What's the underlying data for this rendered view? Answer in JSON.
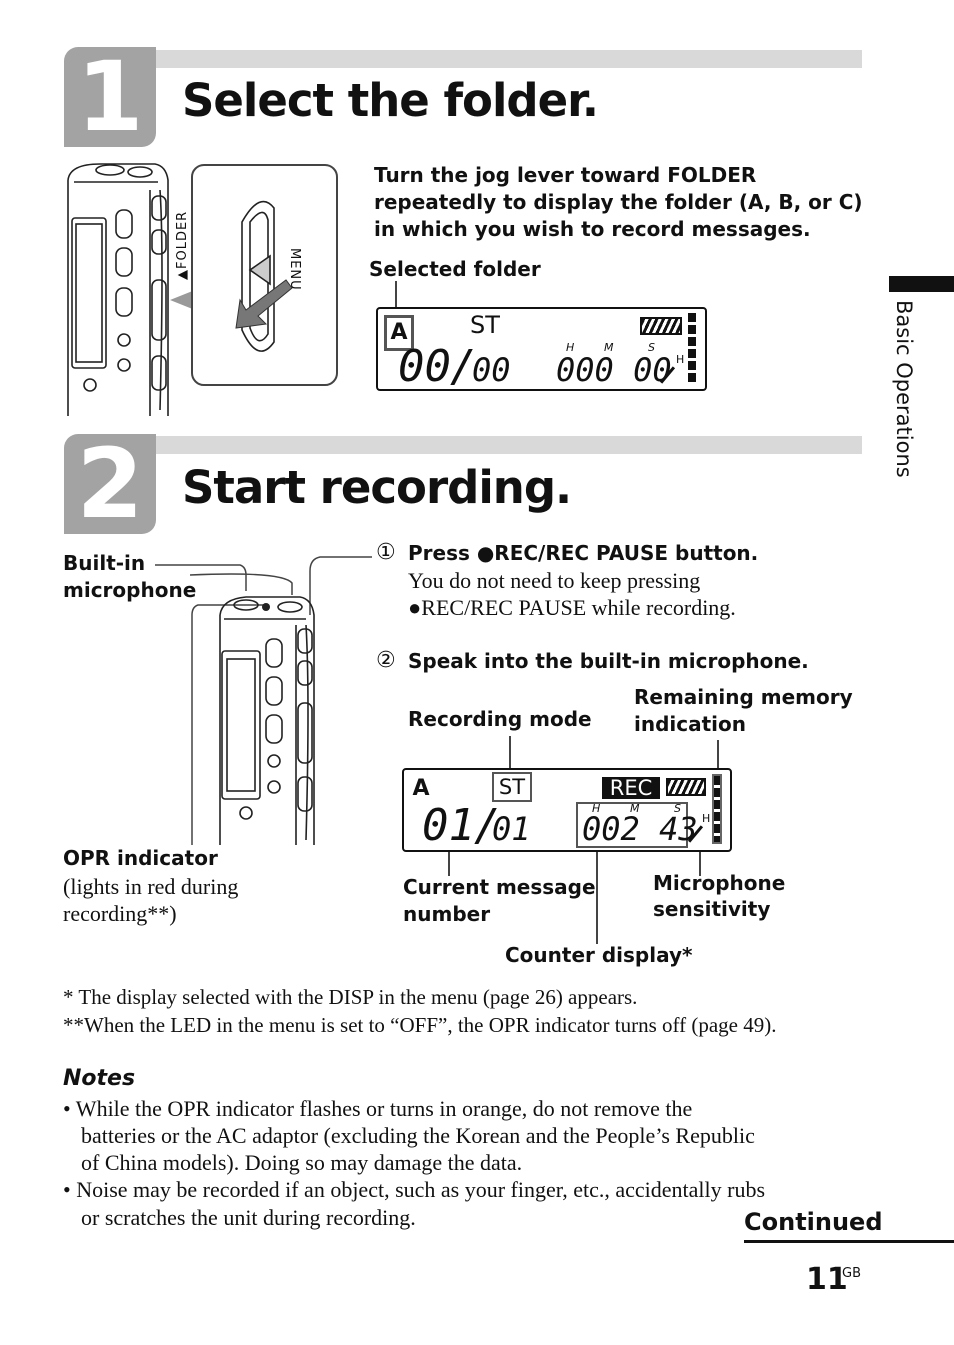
{
  "step1": {
    "number": "1",
    "title": "Select the folder.",
    "instruction": "Turn the jog lever toward FOLDER repeatedly to display the folder (A, B, or C) in which you wish to record messages.",
    "callout_selected_folder": "Selected folder",
    "lever_label_folder": "▲FOLDER",
    "lever_label_menu": "MENU",
    "lcd": {
      "folder": "A",
      "mode": "ST",
      "message": "00",
      "total": "00",
      "counter": "000 00",
      "h": "H",
      "m": "M",
      "s": "S",
      "sens": "H"
    }
  },
  "step2": {
    "number": "2",
    "title": "Start recording.",
    "callout_builtin_mic_1": "Built-in",
    "callout_builtin_mic_2": "microphone",
    "sub1_marker": "①",
    "sub1_title": "Press ●REC/REC PAUSE button.",
    "sub1_body_1": "You do not need to keep pressing",
    "sub1_body_2": "●REC/REC PAUSE while recording.",
    "sub2_marker": "②",
    "sub2_title": "Speak into the built-in microphone.",
    "callout_recording_mode": "Recording mode",
    "callout_remaining_1": "Remaining memory",
    "callout_remaining_2": "indication",
    "callout_current_1": "Current message",
    "callout_current_2": "number",
    "callout_mic_sens_1": "Microphone",
    "callout_mic_sens_2": "sensitivity",
    "callout_counter": "Counter display*",
    "callout_opr": "OPR indicator",
    "opr_note_1": "(lights in red during",
    "opr_note_2": "recording**)",
    "lcd": {
      "folder": "A",
      "mode": "ST",
      "rec": "REC",
      "message": "01",
      "total": "01",
      "counter": "002 43",
      "h": "H",
      "m": "M",
      "s": "S",
      "sens": "H"
    }
  },
  "side_tab": "Basic Operations",
  "footnote_1": "*  The display selected with the DISP in the menu (page 26) appears.",
  "footnote_2": "**When the LED in the menu is set to “OFF”, the OPR indicator turns off (page 49).",
  "notes_heading": "Notes",
  "note_1_line1": "• While the OPR indicator flashes or turns in orange, do not remove the",
  "note_1_line2": "batteries or the AC adaptor (excluding the Korean and the People’s Republic",
  "note_1_line3": "of China models). Doing so may damage the data.",
  "note_2_line1": "• Noise may be recorded if an object, such as your finger, etc., accidentally rubs",
  "note_2_line2": "or scratches the unit during recording.",
  "continued": "Continued",
  "page_number": "11",
  "page_suffix": "GB"
}
